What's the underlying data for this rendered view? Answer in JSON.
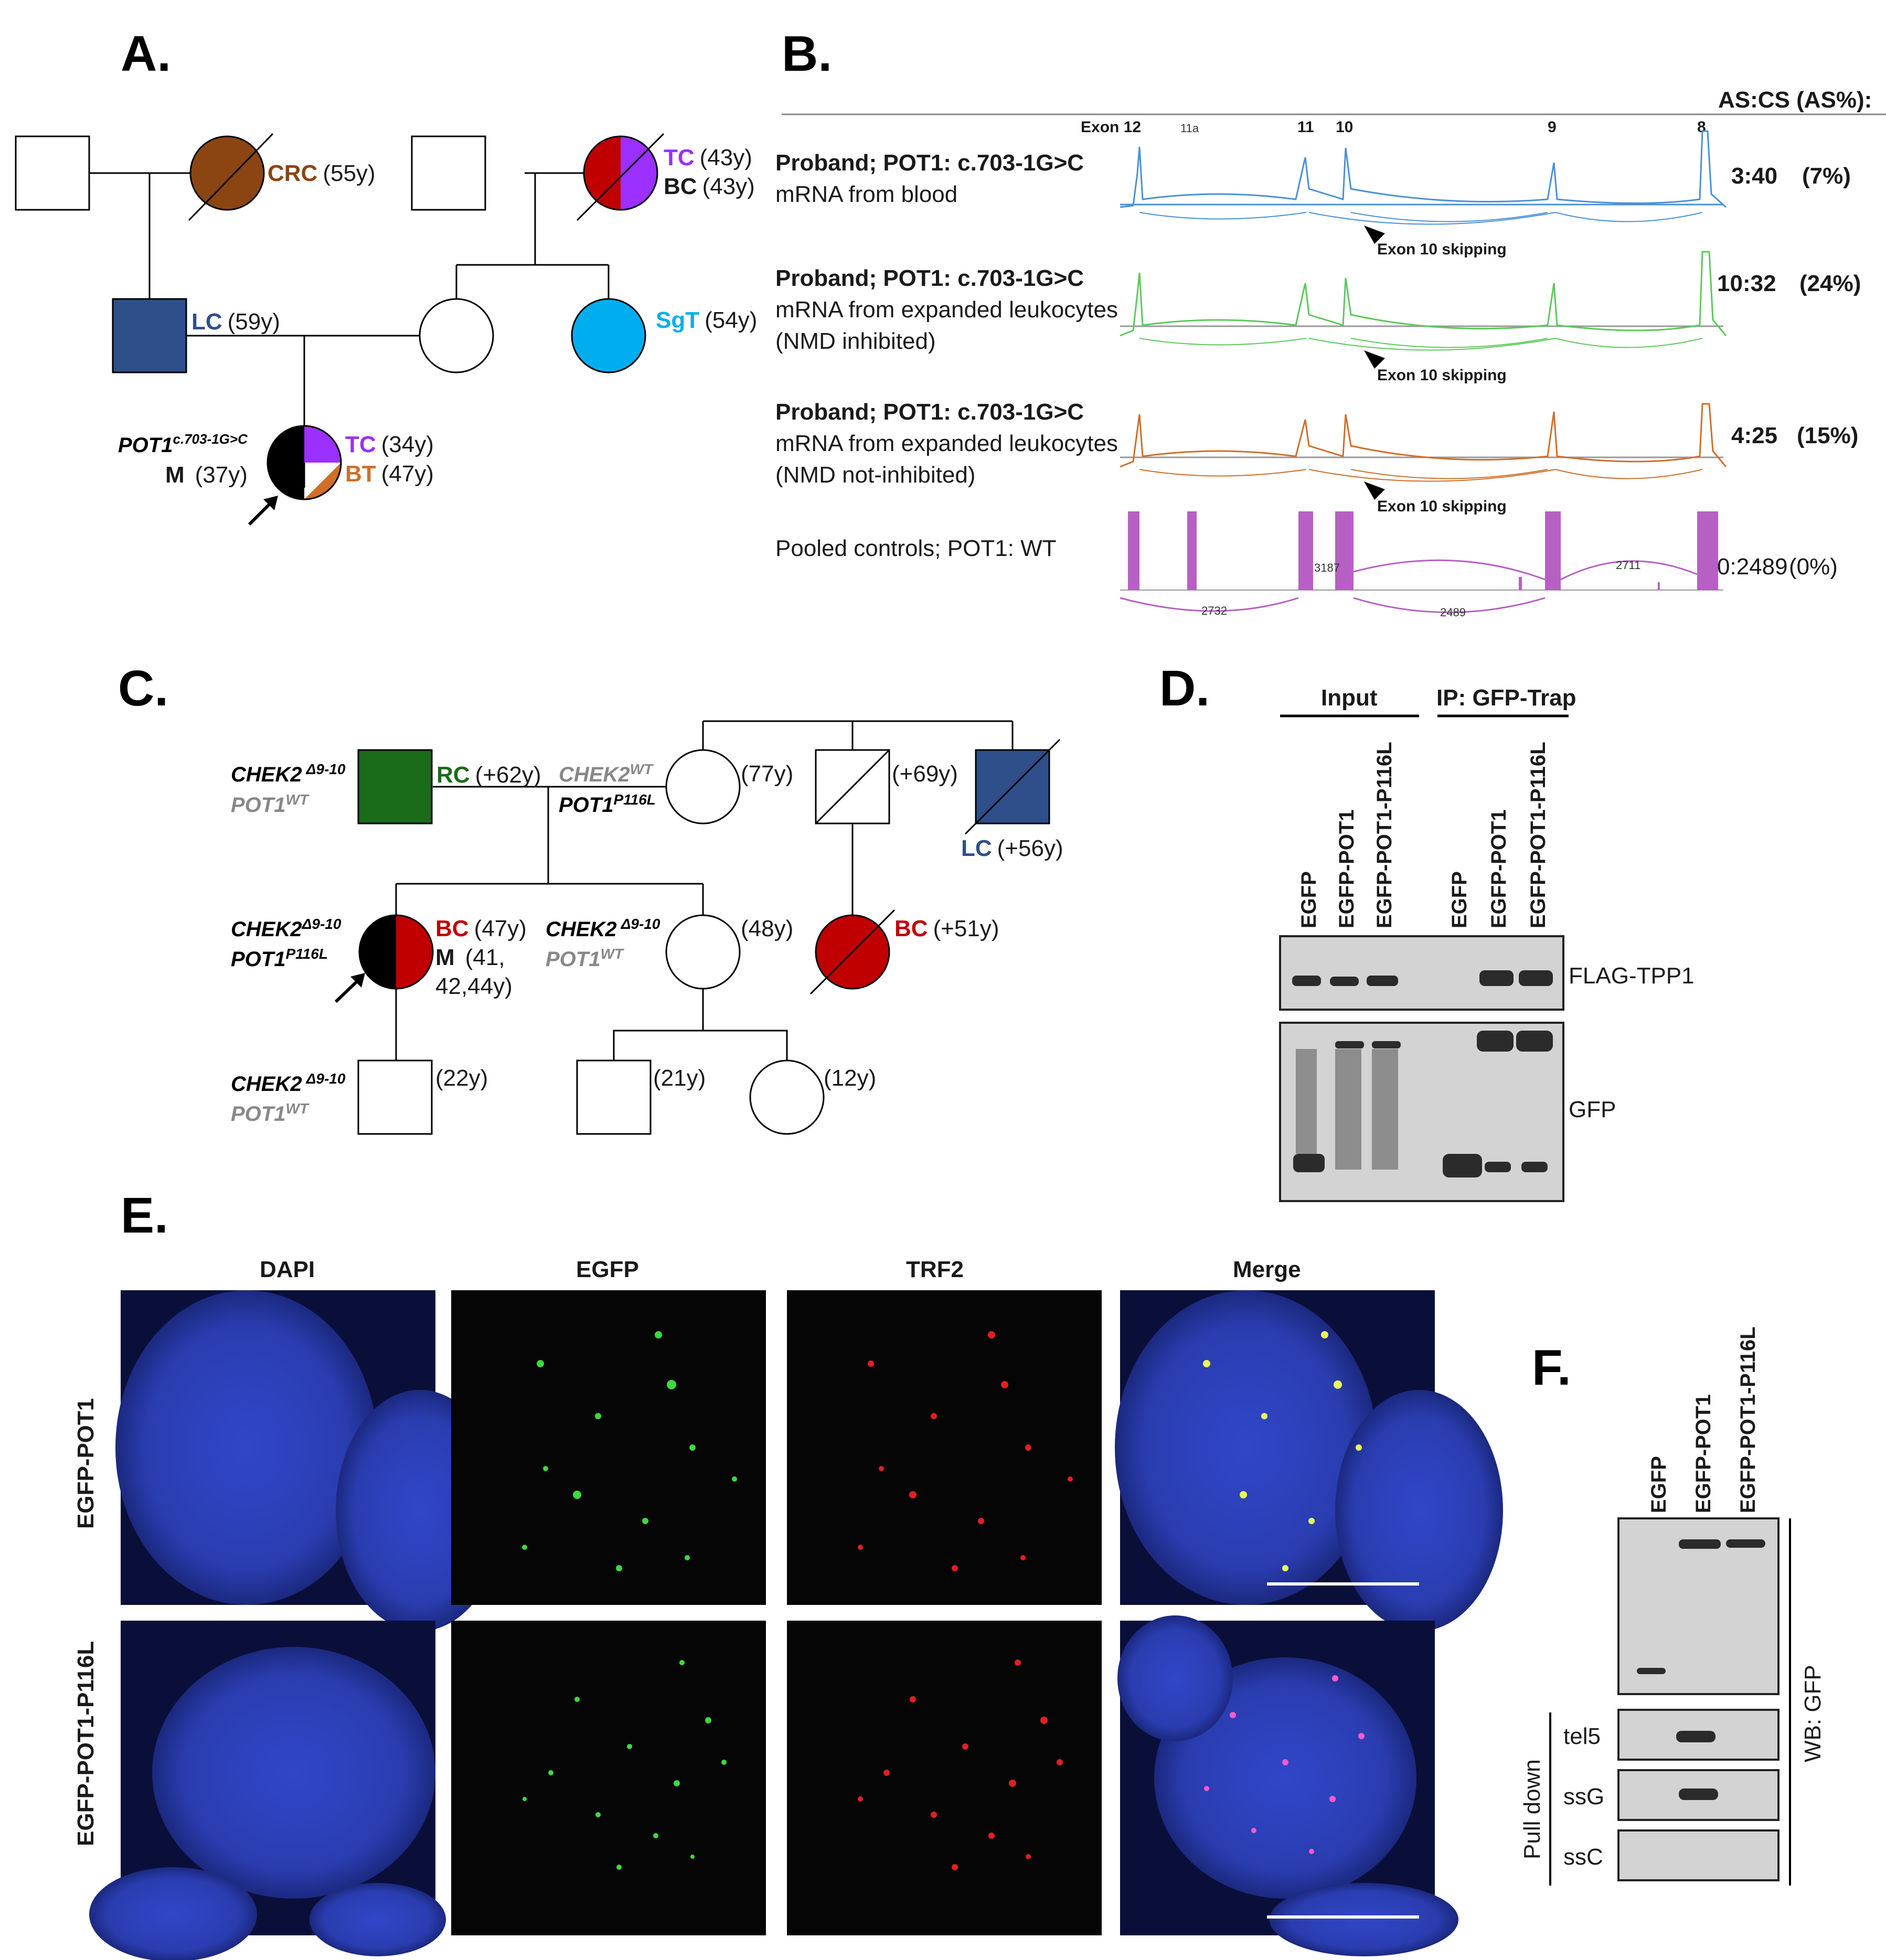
{
  "panels": {
    "a": "A.",
    "b": "B.",
    "c": "C.",
    "d": "D.",
    "e": "E.",
    "f": "F."
  },
  "panelA": {
    "crc": "CRC",
    "crc_age": "(55y)",
    "tc": "TC",
    "tc_age": "(43y)",
    "bc": "BC",
    "bc_age": "(43y)",
    "lc": "LC",
    "lc_age": "(59y)",
    "sgt": "SgT",
    "sgt_age": "(54y)",
    "proband_gene": "POT1",
    "proband_variant": "c.703-1G>C",
    "m": "M",
    "m_age": "(37y)",
    "ptc": "TC",
    "ptc_age": "(34y)",
    "pbt": "BT",
    "pbt_age": "(47y)"
  },
  "panelB": {
    "header": "AS:CS (AS%):",
    "exons": [
      "Exon 12",
      "11a",
      "11",
      "10",
      "9",
      "8"
    ],
    "skip_label": "Exon 10 skipping",
    "tracks": [
      {
        "title": "Proband; POT1: c.703-1G>C",
        "l1": "mRNA from blood",
        "l2": "",
        "ratio": "3:40",
        "pct": "(7%)",
        "color": "#4a90d9"
      },
      {
        "title": "Proband; POT1: c.703-1G>C",
        "l1": "mRNA from expanded leukocytes",
        "l2": "(NMD inhibited)",
        "ratio": "10:32",
        "pct": "(24%)",
        "color": "#5cc95c"
      },
      {
        "title": "Proband; POT1: c.703-1G>C",
        "l1": "mRNA from expanded leukocytes",
        "l2": "(NMD not-inhibited)",
        "ratio": "4:25",
        "pct": "(15%)",
        "color": "#cf6f2a"
      },
      {
        "title": "",
        "l1": "Pooled controls; POT1: WT",
        "l2": "",
        "ratio": "0:2489",
        "pct": "(0%)",
        "color": "#b760c4"
      }
    ],
    "junction_counts": [
      "3187",
      "2711",
      "2732",
      "2489"
    ]
  },
  "panelC": {
    "chek2_d": "CHEK2",
    "d_sup": "Δ9-10",
    "chek2_wt": "CHEK2",
    "wt_sup": "WT",
    "pot1": "POT1",
    "p116l_sup": "P116L",
    "rc": "RC",
    "rc_age": "(+62y)",
    "age77": "(77y)",
    "age69": "(+69y)",
    "lc": "LC",
    "lc_age": "(+56y)",
    "bc": "BC",
    "bc_age": "(47y)",
    "m": "M",
    "m_age1": "(41,",
    "m_age2": "42,44y)",
    "age48": "(48y)",
    "bc2": "BC",
    "bc2_age": "(+51y)",
    "age22": "(22y)",
    "age21": "(21y)",
    "age12": "(12y)"
  },
  "panelD": {
    "input": "Input",
    "ip": "IP: GFP-Trap",
    "lanes": [
      "EGFP",
      "EGFP-POT1",
      "EGFP-POT1-P116L",
      "EGFP",
      "EGFP-POT1",
      "EGFP-POT1-P116L"
    ],
    "blot1": "FLAG-TPP1",
    "blot2": "GFP"
  },
  "panelE": {
    "cols": [
      "DAPI",
      "EGFP",
      "TRF2",
      "Merge"
    ],
    "rows": [
      "EGFP-POT1",
      "EGFP-POT1-P116L"
    ]
  },
  "panelF": {
    "lanes": [
      "EGFP",
      "EGFP-POT1",
      "EGFP-POT1-P116L"
    ],
    "rows": [
      "tel5",
      "ssG",
      "ssC"
    ],
    "pulldown": "Pull down",
    "wb": "WB: GFP"
  }
}
